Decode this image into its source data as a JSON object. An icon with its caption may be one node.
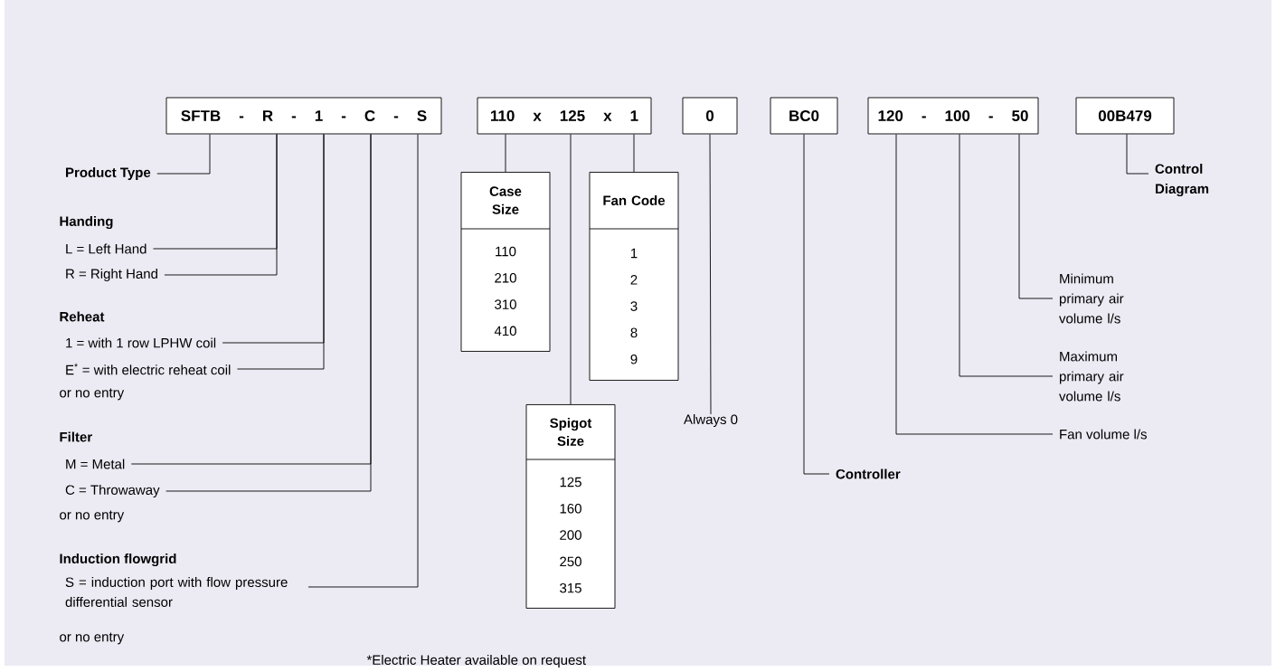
{
  "diagram": {
    "nodes": [
      {
        "text": [
          "SFTB - R - 1 - C - S"
        ]
      },
      {
        "text": [
          "Product Type"
        ]
      },
      {
        "text": [
          "L = Left Hand"
        ]
      },
      {
        "text": [
          "R = Right Hand"
        ]
      },
      {
        "text": [
          "1 = with 1 row LPHW coil"
        ]
      },
      {
        "text": [
          "E$^{*}$ = with electric reheat coil"
        ]
      },
      {
        "text": [
          "M = Metal"
        ]
      },
      {
        "text": [
          "C = Throwaway"
        ]
      },
      {
        "text": [
          "S = induction port with flow pressure differential sensor"
        ]
      },
      {
        "text": [
          "110 x 125 x 1"
        ]
      },
      {
        "text": [
          "Case Size",
          "110",
          "210",
          "310",
          "410"
        ]
      },
      {
        "text": [
          "Fan Code",
          "1",
          "2",
          "3",
          "8",
          "9"
        ]
      },
      {
        "text": [
          "Spigot Size",
          "125",
          "160",
          "200",
          "250",
          "315"
        ]
      },
      {
        "text": [
          "0"
        ]
      },
      {
        "text": [
          "Always 0"
        ]
      },
      {
        "text": [
          "BC0"
        ]
      },
      {
        "text": [
          "Controller"
        ]
      },
      {
        "text": [
          "120 - 100 - 50"
        ]
      },
      {
        "text": [
          "Minimum primary air volume l/s"
        ]
      },
      {
        "text": [
          "Maximum primary air volume l/s"
        ]
      },
      {
        "text": [
          "Fan volume l/s"
        ]
      },
      {
        "text": [
          "00B479"
        ]
      },
      {
        "text": [
          "Control Diagram"
        ]
      }
    ],
    "edges": [
      {
        "from": 0,
        "to": 1,
        "arrow": "none"
      },
      {
        "from": 0,
        "to": 2,
        "arrow": "none"
      },
      {
        "from": 0,
        "to": 3,
        "arrow": "none"
      },
      {
        "from": 0,
        "to": 4,
        "arrow": "none"
      },
      {
        "from": 0,
        "to": 5,
        "arrow": "none"
      },
      {
        "from": 0,
        "to": 6,
        "arrow": "none"
      },
      {
        "from": 0,
        "to": 7,
        "arrow": "none"
      },
      {
        "from": 0,
        "to": 8,
        "arrow": "none"
      },
      {
        "from": 9,
        "to": 10,
        "arrow": "none"
      },
      {
        "from": 9,
        "to": 12,
        "arrow": "none"
      },
      {
        "from": 9,
        "to": 11,
        "arrow": "none"
      },
      {
        "from": 13,
        "to": 14,
        "arrow": "none"
      },
      {
        "from": 15,
        "to": 16,
        "arrow": "none"
      },
      {
        "from": 17,
        "to": 20,
        "arrow": "none"
      },
      {
        "from": 17,
        "to": 19,
        "arrow": "none"
      },
      {
        "from": 17,
        "to": 18,
        "arrow": "none"
      },
      {
        "from": 21,
        "to": 22,
        "arrow": "none"
      }
    ],
    "labels": [
      "Handing",
      "Reheat",
      "or no entry",
      "Filter",
      "or no entry",
      "Induction flowgrid",
      "or no entry",
      "*Electric Heater available on request"
    ]
  }
}
